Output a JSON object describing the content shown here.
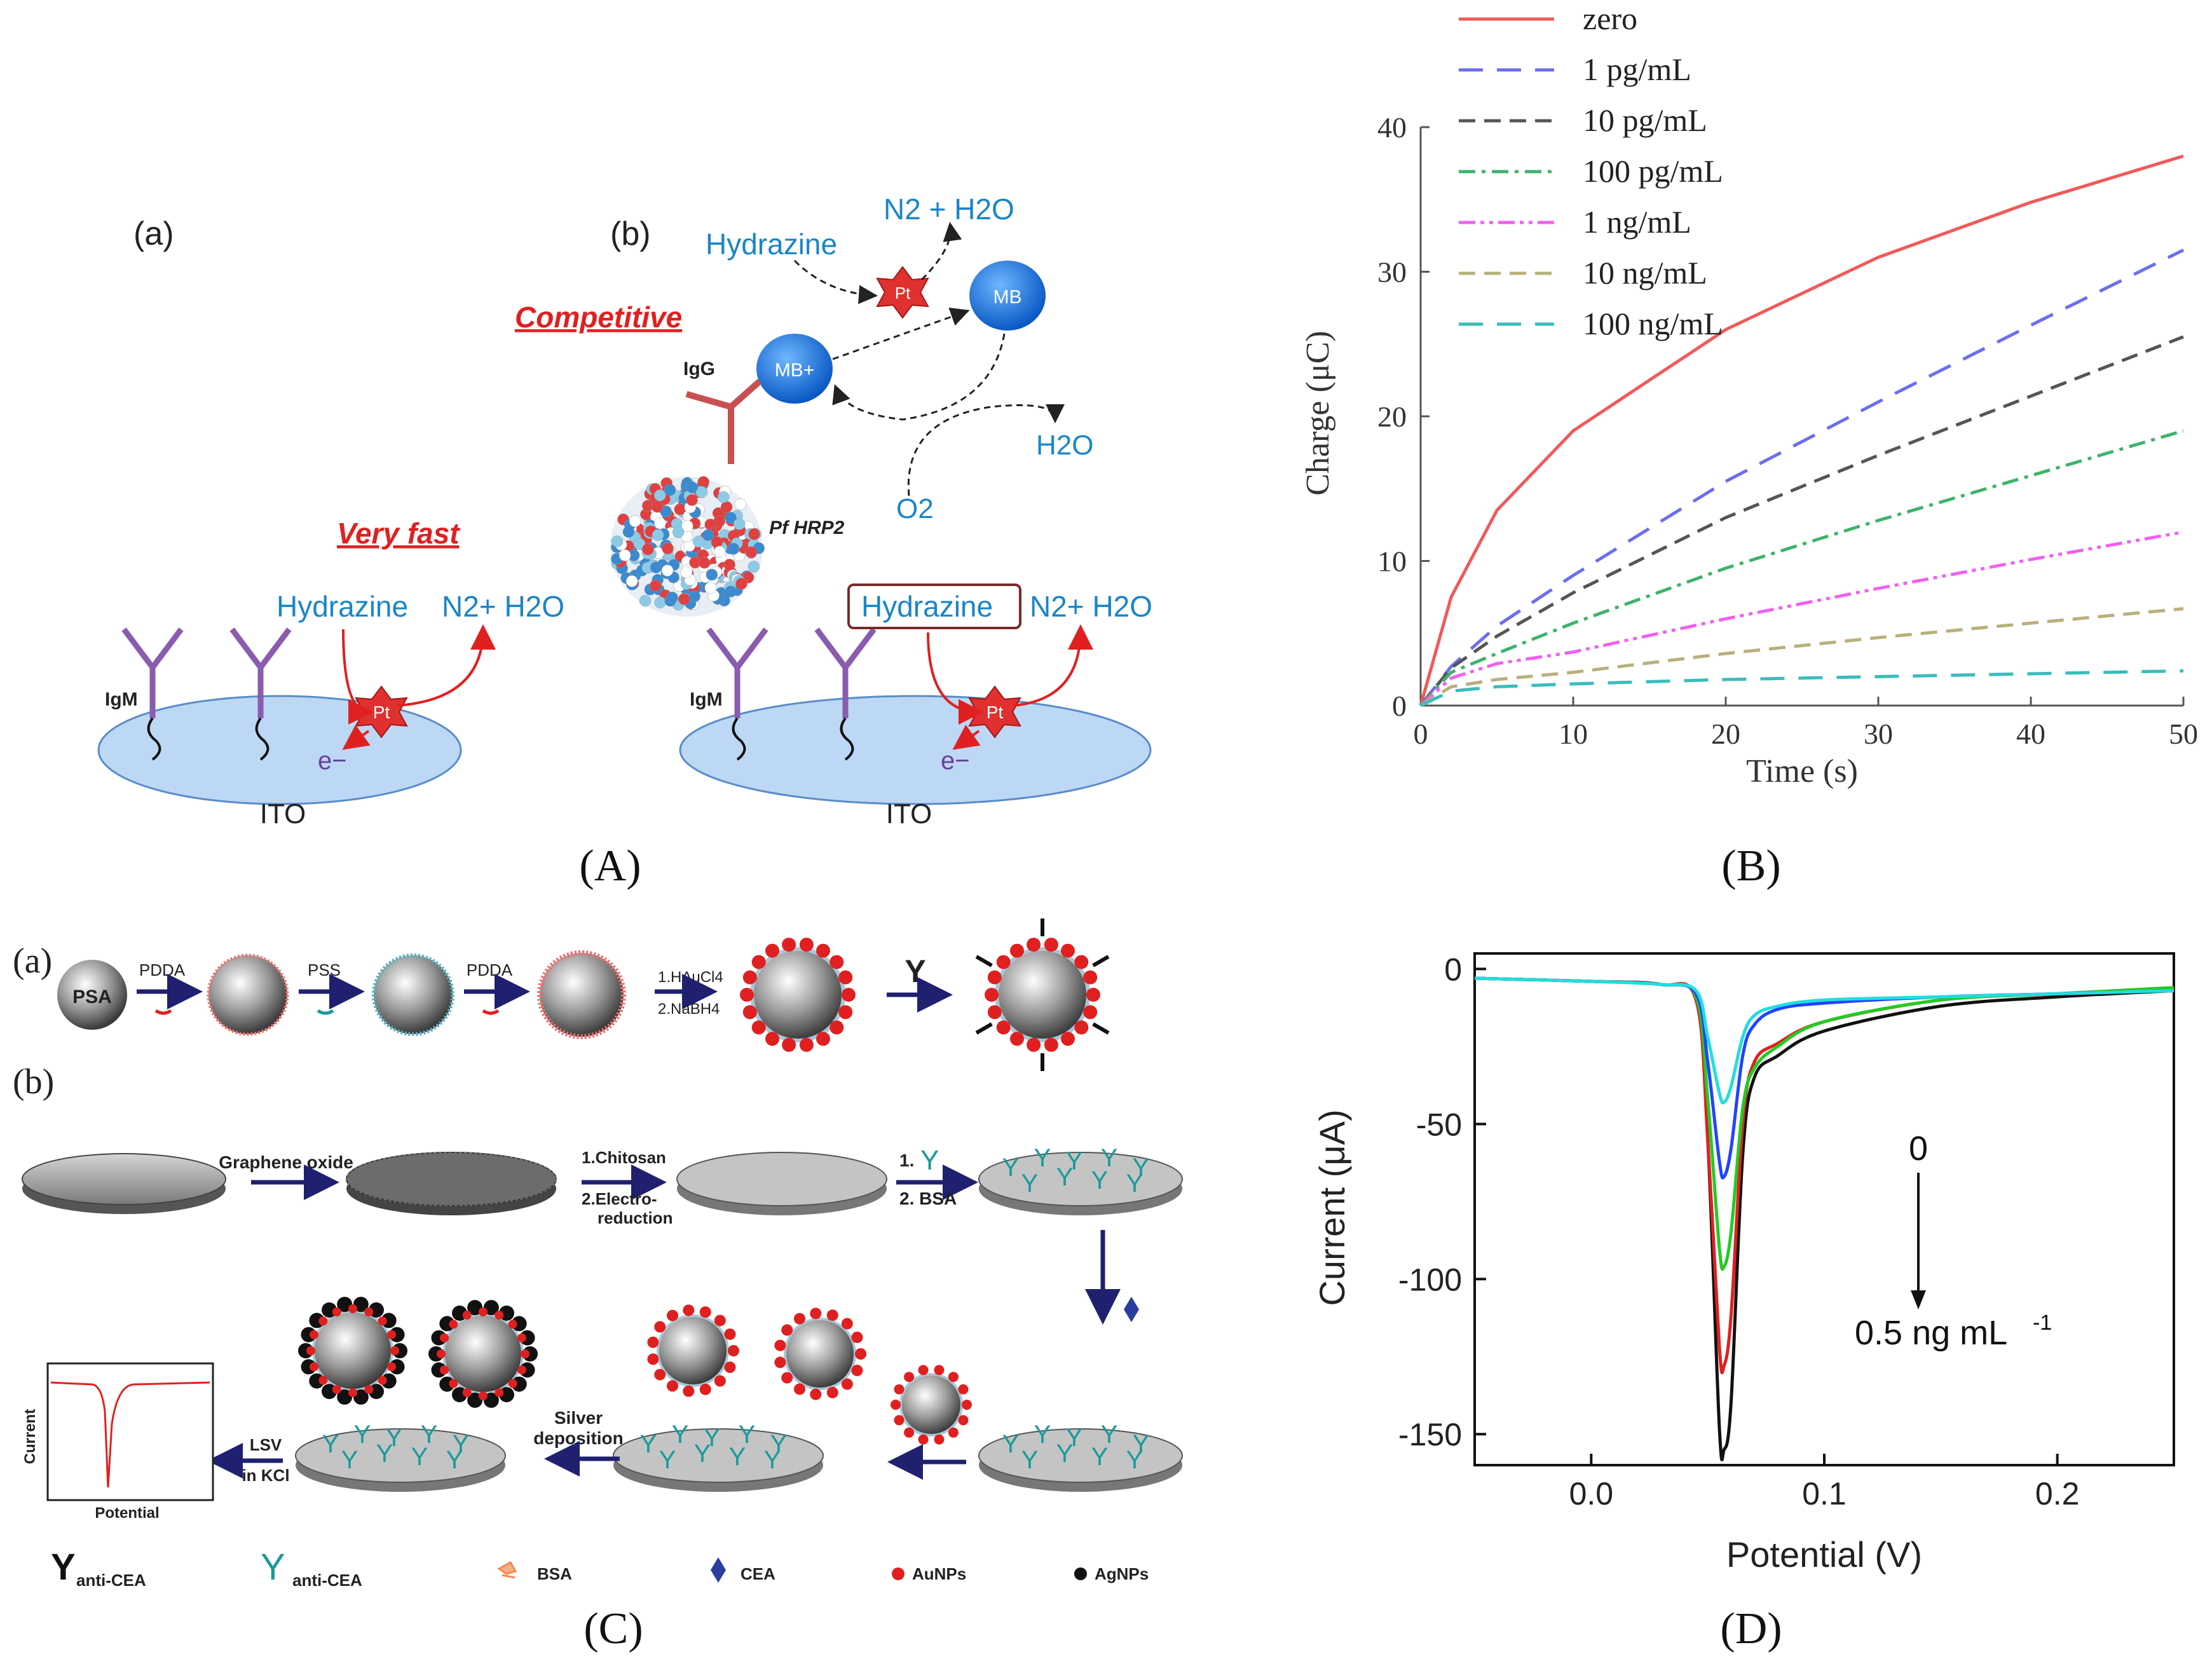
{
  "panels": {
    "A": {
      "caption": "(A)",
      "sub_a": "(a)",
      "sub_b": "(b)",
      "very_fast": "Very fast",
      "competitive": "Competitive",
      "hydrazine": "Hydrazine",
      "n2_h2o": "N2+ H2O",
      "n2_h2o_top": "N2 + H2O",
      "igg": "IgG",
      "igm": "IgM",
      "pt": "Pt",
      "mb": "MB",
      "mb_plus": "MB+",
      "h2o": "H2O",
      "o2": "O2",
      "electron": "e−",
      "ito": "ITO",
      "pfhrp2": "Pf HRP2"
    },
    "B": {
      "caption": "(B)",
      "ylabel": "Charge (μC)",
      "xlabel": "Time (s)"
    },
    "C": {
      "caption": "(C)",
      "sub_a": "(a)",
      "sub_b": "(b)",
      "psa": "PSA",
      "pdda": "PDDA",
      "pss": "PSS",
      "step_hau": "1.HAuCl4",
      "step_nabh": "2.NaBH4",
      "graphene_oxide": "Graphene oxide",
      "chitosan": "1.Chitosan",
      "electro": "2.Electro-",
      "reduction": "reduction",
      "step1_y": "1.",
      "step2_bsa": "2. BSA",
      "silver1": "Silver",
      "silver2": "deposition",
      "lsv": "LSV",
      "in_kcl": "in KCl",
      "inset_y": "Current",
      "inset_x": "Potential",
      "legend": [
        {
          "label": "anti-CEA",
          "color": "#111111"
        },
        {
          "label": "anti-CEA",
          "color": "#1a9a9a"
        },
        {
          "label": "BSA"
        },
        {
          "label": "CEA"
        },
        {
          "label": "AuNPs"
        },
        {
          "label": "AgNPs"
        }
      ]
    },
    "D": {
      "caption": "(D)",
      "ylabel": "Current (μA)",
      "xlabel": "Potential (V)",
      "annot_top": "0",
      "annot_bottom": "0.5 ng mL",
      "annot_sup": "-1"
    }
  },
  "chart_data": [
    {
      "type": "line",
      "panel": "B",
      "xlabel": "Time (s)",
      "ylabel": "Charge (μC)",
      "xlim": [
        0,
        50
      ],
      "ylim": [
        0,
        40
      ],
      "xticks": [
        0,
        10,
        20,
        30,
        40,
        50
      ],
      "yticks": [
        0,
        10,
        20,
        30,
        40
      ],
      "legend_position": "top-right",
      "grid": false,
      "x": [
        0,
        2,
        5,
        10,
        20,
        30,
        40,
        50
      ],
      "series": [
        {
          "name": "zero",
          "color": "#f05a5a",
          "dash": "solid",
          "values": [
            0,
            7.5,
            13.5,
            19.0,
            26.0,
            31.0,
            34.8,
            38.0
          ]
        },
        {
          "name": "1 pg/mL",
          "color": "#6d6df0",
          "dash": "long",
          "values": [
            0,
            2.7,
            5.5,
            9.0,
            15.5,
            21.0,
            26.3,
            31.5
          ]
        },
        {
          "name": "10 pg/mL",
          "color": "#555555",
          "dash": "dash",
          "values": [
            0,
            2.6,
            4.8,
            7.8,
            13.0,
            17.3,
            21.4,
            25.5
          ]
        },
        {
          "name": "100 pg/mL",
          "color": "#3db36b",
          "dash": "dashdot",
          "values": [
            0,
            2.3,
            3.6,
            5.7,
            9.5,
            12.8,
            15.9,
            19.0
          ]
        },
        {
          "name": "1 ng/mL",
          "color": "#f060f0",
          "dash": "dashdotdot",
          "values": [
            0,
            1.9,
            2.9,
            3.7,
            6.0,
            8.1,
            10.1,
            12.0
          ]
        },
        {
          "name": "10 ng/mL",
          "color": "#b8b07a",
          "dash": "dash",
          "values": [
            0,
            1.3,
            1.8,
            2.3,
            3.6,
            4.7,
            5.7,
            6.7
          ]
        },
        {
          "name": "100 ng/mL",
          "color": "#3bbcbc",
          "dash": "long",
          "values": [
            0,
            1.0,
            1.3,
            1.5,
            1.8,
            2.0,
            2.2,
            2.4
          ]
        }
      ]
    },
    {
      "type": "line",
      "panel": "D",
      "xlabel": "Potential (V)",
      "ylabel": "Current (μA)",
      "xlim": [
        -0.05,
        0.25
      ],
      "ylim": [
        -160,
        5
      ],
      "xticks": [
        0.0,
        0.1,
        0.2
      ],
      "yticks": [
        0,
        -50,
        -100,
        -150
      ],
      "grid": false,
      "x": [
        -0.05,
        0.0,
        0.03,
        0.045,
        0.05,
        0.055,
        0.057,
        0.06,
        0.065,
        0.07,
        0.08,
        0.1,
        0.15,
        0.2,
        0.25
      ],
      "series": [
        {
          "color": "#111111",
          "values": [
            -3,
            -4,
            -5,
            -10,
            -55,
            -148,
            -155,
            -140,
            -60,
            -35,
            -28,
            -20,
            -12,
            -9,
            -7
          ]
        },
        {
          "color": "#e02020",
          "values": [
            -3,
            -4,
            -5,
            -10,
            -55,
            -122,
            -128,
            -112,
            -50,
            -30,
            -24,
            -17,
            -10,
            -8,
            -6
          ]
        },
        {
          "color": "#22cc22",
          "values": [
            -3,
            -4,
            -5,
            -9,
            -42,
            -90,
            -96,
            -85,
            -45,
            -32,
            -25,
            -17,
            -10,
            -8,
            -6
          ]
        },
        {
          "color": "#2244ff",
          "values": [
            -3,
            -4,
            -5,
            -8,
            -30,
            -62,
            -67,
            -58,
            -28,
            -18,
            -13,
            -11,
            -9,
            -8,
            -7
          ]
        },
        {
          "color": "#22dddd",
          "values": [
            -3,
            -4,
            -5,
            -7,
            -22,
            -40,
            -43,
            -38,
            -22,
            -15,
            -12,
            -10,
            -9,
            -8,
            -7
          ]
        }
      ]
    }
  ]
}
